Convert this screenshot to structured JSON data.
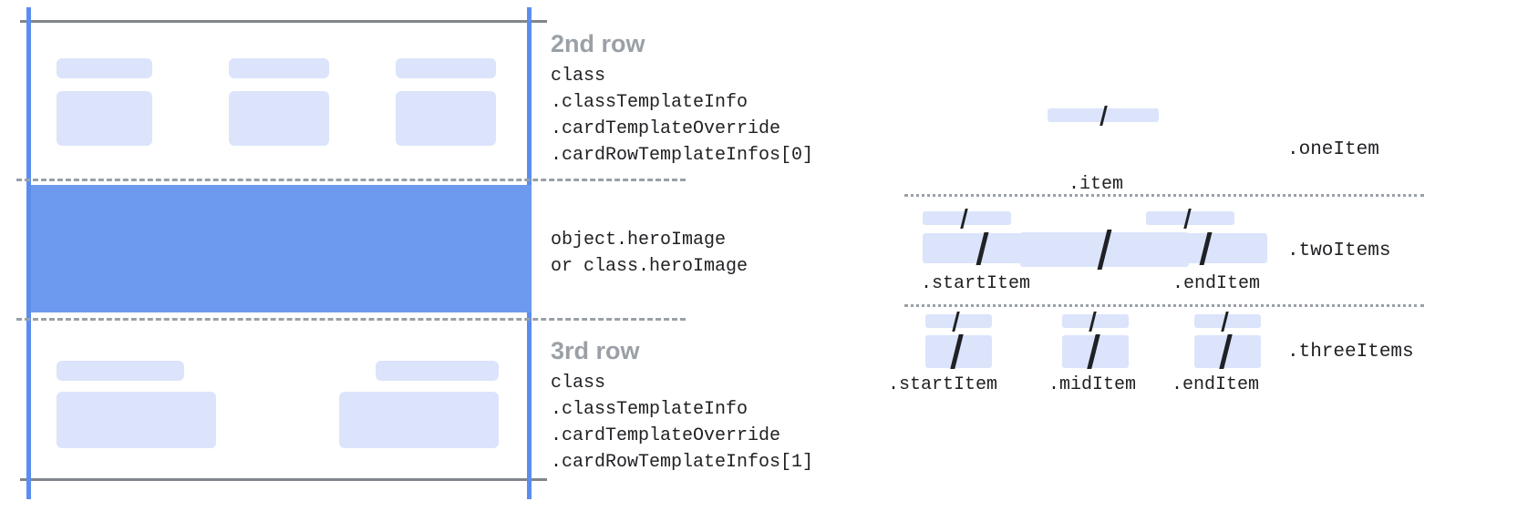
{
  "card_diagram": {
    "rows": [
      {
        "title": "2nd row",
        "code": "class\n.classTemplateInfo\n.cardTemplateOverride\n.cardRowTemplateInfos[0]"
      },
      {
        "title": "",
        "code": "object.heroImage\nor class.heroImage"
      },
      {
        "title": "3rd row",
        "code": "class\n.classTemplateInfo\n.cardTemplateOverride\n.cardRowTemplateInfos[1]"
      }
    ],
    "colors": {
      "guide_line": "#5b8def",
      "hero_fill": "#6d9aee",
      "skeleton_fill": "#dbe4fb",
      "rule_solid": "#80868b",
      "rule_dashed": "#9aa0a6",
      "title_text": "#9aa0a6",
      "code_text": "#202124"
    }
  },
  "item_diagram": {
    "groups": [
      {
        "name": ".oneItem",
        "items": [
          ".item"
        ]
      },
      {
        "name": ".twoItems",
        "items": [
          ".startItem",
          ".endItem"
        ]
      },
      {
        "name": ".threeItems",
        "items": [
          ".startItem",
          ".midItem",
          ".endItem"
        ]
      }
    ],
    "tile_glyph": "/"
  }
}
